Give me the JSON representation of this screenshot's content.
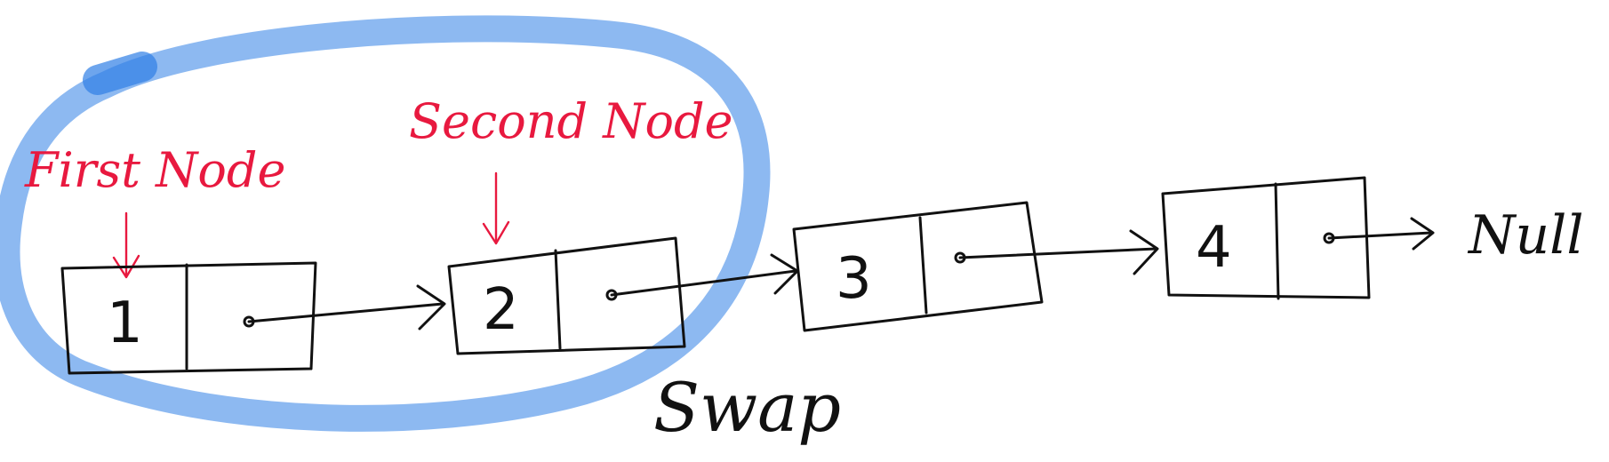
{
  "annotations": {
    "first_node": "First Node",
    "second_node": "Second Node",
    "swap": "Swap",
    "null": "Null"
  },
  "nodes": [
    {
      "value": "1"
    },
    {
      "value": "2"
    },
    {
      "value": "3"
    },
    {
      "value": "4"
    }
  ],
  "colors": {
    "highlight": "#2f7fe6",
    "annotation": "#e8193f",
    "ink": "#111111"
  }
}
